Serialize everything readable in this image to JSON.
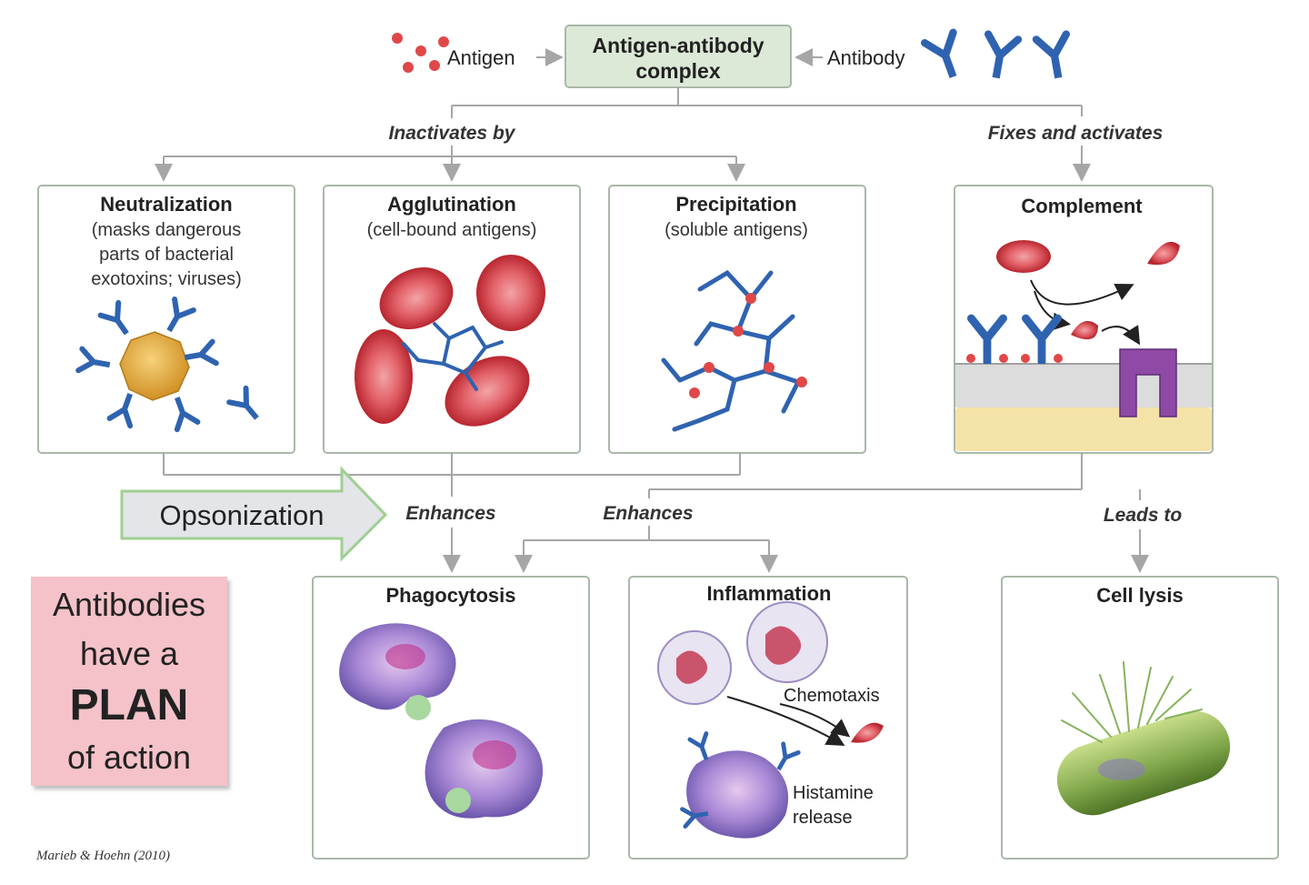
{
  "top": {
    "antigen_label": "Antigen",
    "complex_line1": "Antigen-antibody",
    "complex_line2": "complex",
    "antibody_label": "Antibody",
    "inactivates_by": "Inactivates by",
    "fixes_and_activates": "Fixes and activates"
  },
  "mechanisms": [
    {
      "title": "Neutralization",
      "desc": [
        "(masks dangerous",
        "parts of bacterial",
        "exotoxins; viruses)"
      ]
    },
    {
      "title": "Agglutination",
      "desc": [
        "(cell-bound antigens)"
      ]
    },
    {
      "title": "Precipitation",
      "desc": [
        "(soluble antigens)"
      ]
    },
    {
      "title": "Complement",
      "desc": []
    }
  ],
  "middle": {
    "opsonization": "Opsonization",
    "enhances_1": "Enhances",
    "enhances_2": "Enhances",
    "leads_to": "Leads to"
  },
  "outcomes": {
    "phagocytosis": "Phagocytosis",
    "inflammation": "Inflammation",
    "chemotaxis": "Chemotaxis",
    "histamine_line1": "Histamine",
    "histamine_line2": "release",
    "cell_lysis": "Cell lysis"
  },
  "plan": {
    "line1": "Antibodies",
    "line2": "have a",
    "line3": "PLAN",
    "line4": "of action"
  },
  "credit": "Marieb & Hoehn (2010)",
  "colors": {
    "antibody": "#2f63b0",
    "antigen": "#e04848",
    "rbc": "#d9434a",
    "box_border": "#a9b8a9",
    "complex_fill": "#dde9d7",
    "arrow": "#a6a6a6"
  }
}
